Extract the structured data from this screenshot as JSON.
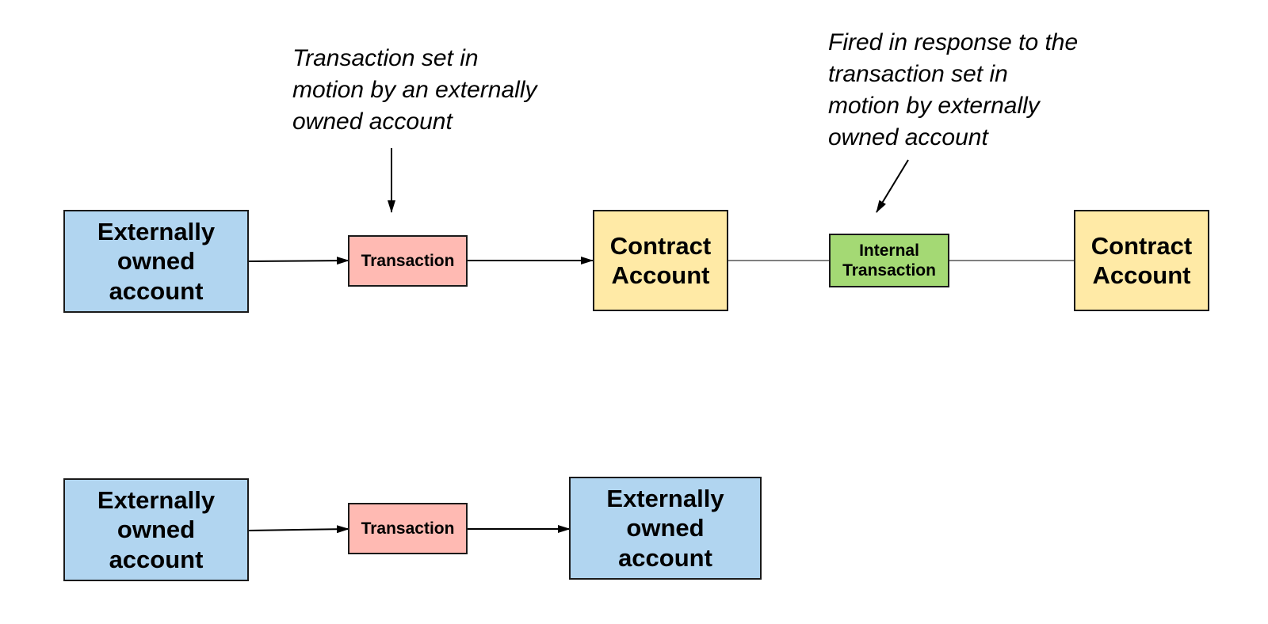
{
  "notes": {
    "top_left": "Transaction set in\nmotion by an externally\nowned account",
    "top_right": "Fired in response to the\ntransaction set in\nmotion by externally\nowned account"
  },
  "row1": {
    "eoa": "Externally\nowned\naccount",
    "transaction": "Transaction",
    "contract_1": "Contract\nAccount",
    "internal_transaction": "Internal\nTransaction",
    "contract_2": "Contract\nAccount"
  },
  "row2": {
    "eoa_from": "Externally\nowned\naccount",
    "transaction": "Transaction",
    "eoa_to": "Externally\nowned\naccount"
  },
  "colors": {
    "externally_owned": "#b1d5f0",
    "transaction": "#ffbab3",
    "contract": "#ffeaa6",
    "internal_transaction": "#a4d974"
  }
}
